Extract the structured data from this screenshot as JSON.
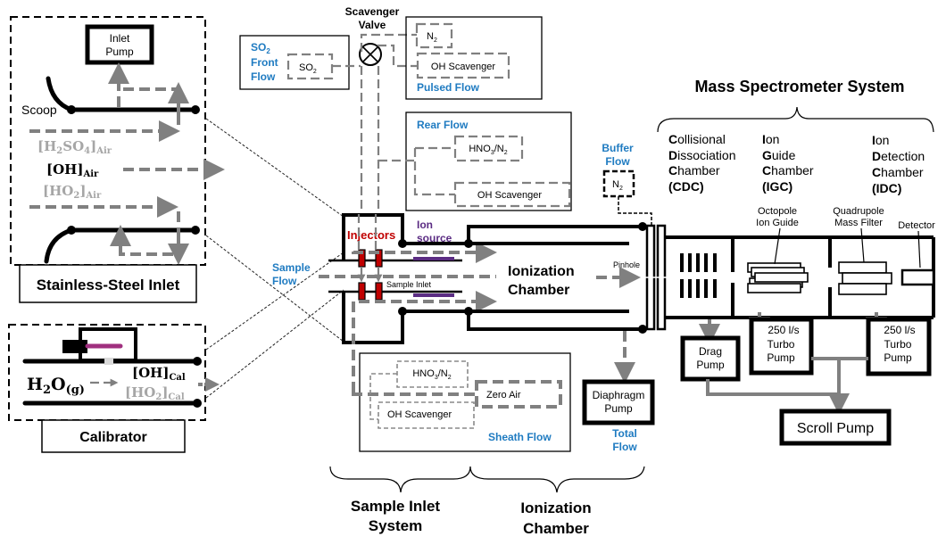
{
  "inlet": {
    "inlet_pump": [
      "Inlet",
      "Pump"
    ],
    "scoop": "Scoop",
    "species_h2so4": "[H2SO4]Air",
    "species_oh": "[OH]Air",
    "species_ho2": "[HO2]Air",
    "title": "Stainless-Steel Inlet"
  },
  "calibrator": {
    "water": "H2O(g)",
    "oh_cal": "[OH]Cal",
    "ho2_cal": "[HO2]Cal",
    "title": "Calibrator"
  },
  "front_flow": {
    "label": [
      "SO2",
      "Front",
      "Flow"
    ],
    "gas": "SO2"
  },
  "scavenger_valve": [
    "Scavenger",
    "Valve"
  ],
  "pulsed_flow": {
    "label": "Pulsed Flow",
    "n2": "N2",
    "scavenger": "OH Scavenger"
  },
  "rear_flow": {
    "label": "Rear Flow",
    "hno3": "HNO3/N2",
    "scavenger": "OH Scavenger"
  },
  "buffer_flow": {
    "label": [
      "Buffer",
      "Flow"
    ],
    "gas": "N2"
  },
  "sample_inlet_system": {
    "injectors": "Injectors",
    "ion_source": [
      "Ion",
      "source"
    ],
    "sample_flow": [
      "Sample",
      "Flow"
    ],
    "sample_inlet": "Sample Inlet"
  },
  "ionization_chamber": {
    "label": [
      "Ionization",
      "Chamber"
    ],
    "pinhole": "Pinhole"
  },
  "sheath_flow": {
    "label": "Sheath Flow",
    "hno3": "HNO3/N2",
    "zero_air": "Zero Air",
    "scavenger": "OH Scavenger"
  },
  "diaphragm_pump": {
    "label": [
      "Diaphragm",
      "Pump"
    ],
    "total_flow": [
      "Total",
      "Flow"
    ]
  },
  "bottom_labels": {
    "sample_inlet_system": [
      "Sample Inlet",
      "System"
    ],
    "ionization_chamber": [
      "Ionization",
      "Chamber"
    ]
  },
  "mass_spec": {
    "title": "Mass Spectrometer System",
    "cdc": [
      "Collisional",
      "Dissociation",
      "Chamber",
      "(CDC)"
    ],
    "igc": [
      "Ion",
      "Guide",
      "Chamber",
      "(IGC)"
    ],
    "idc": [
      "Ion",
      "Detection",
      "Chamber",
      "(IDC)"
    ],
    "octopole": [
      "Octopole",
      "Ion Guide"
    ],
    "quadrupole": [
      "Quadrupole",
      "Mass Filter"
    ],
    "detector": "Detector",
    "drag_pump": [
      "Drag",
      "Pump"
    ],
    "turbo1": [
      "250 l/s",
      "Turbo",
      "Pump"
    ],
    "turbo2": [
      "250 l/s",
      "Turbo",
      "Pump"
    ],
    "scroll_pump": "Scroll Pump"
  },
  "colors": {
    "flow_label": "#1f7bc1",
    "injector": "#c00000",
    "ion_source": "#5b2c83",
    "flow_arrow": "#808080",
    "lamp": "#a0307f"
  }
}
